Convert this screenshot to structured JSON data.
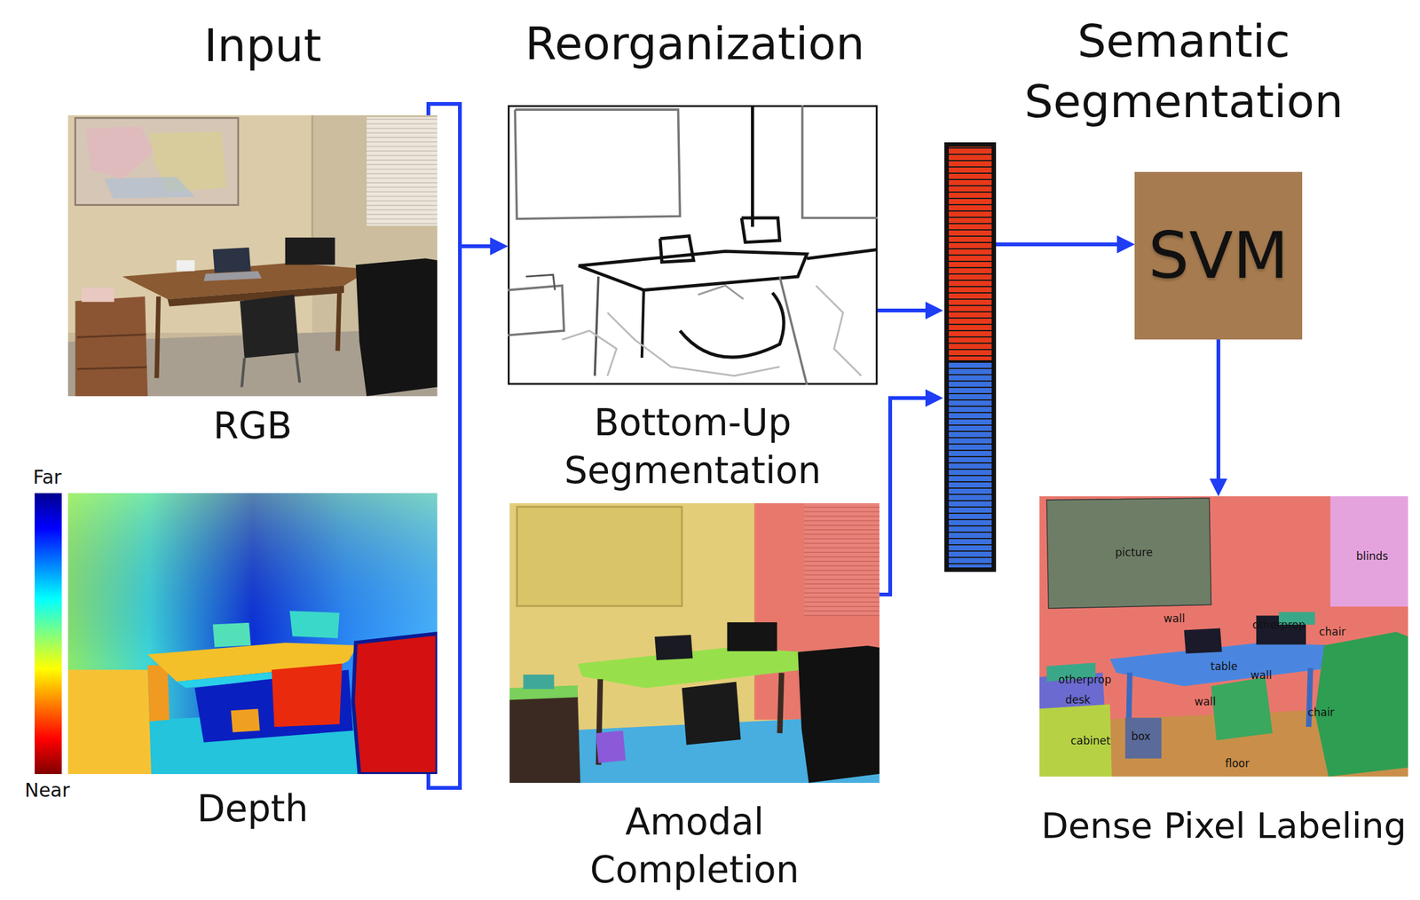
{
  "diagram": {
    "nodes": [
      {
        "text": [
          "RGB"
        ]
      },
      {
        "text": [
          "Depth"
        ]
      },
      {
        "text": [
          "Bottom-Up Segmentation"
        ]
      },
      {
        "text": [
          "Amodal Completion"
        ]
      },
      {
        "text": [
          "SVM"
        ]
      },
      {
        "text": [
          "Dense Pixel Labeling"
        ]
      }
    ],
    "edges": [
      {
        "from": 0,
        "to": 2,
        "arrow": "to"
      },
      {
        "from": 1,
        "to": 2,
        "arrow": "to"
      },
      {
        "from": 2,
        "to": 4,
        "arrow": "to"
      },
      {
        "from": 3,
        "to": 4,
        "arrow": "to"
      },
      {
        "from": 4,
        "to": 5,
        "arrow": "to"
      }
    ],
    "labels": [
      "Input",
      "Reorganization",
      "Semantic Segmentation",
      "Far",
      "Near",
      "picture",
      "blinds",
      "wall",
      "otherprop",
      "chair",
      "table",
      "wall",
      "otherprop",
      "desk",
      "wall",
      "chair",
      "cabinet",
      "box",
      "floor"
    ]
  }
}
